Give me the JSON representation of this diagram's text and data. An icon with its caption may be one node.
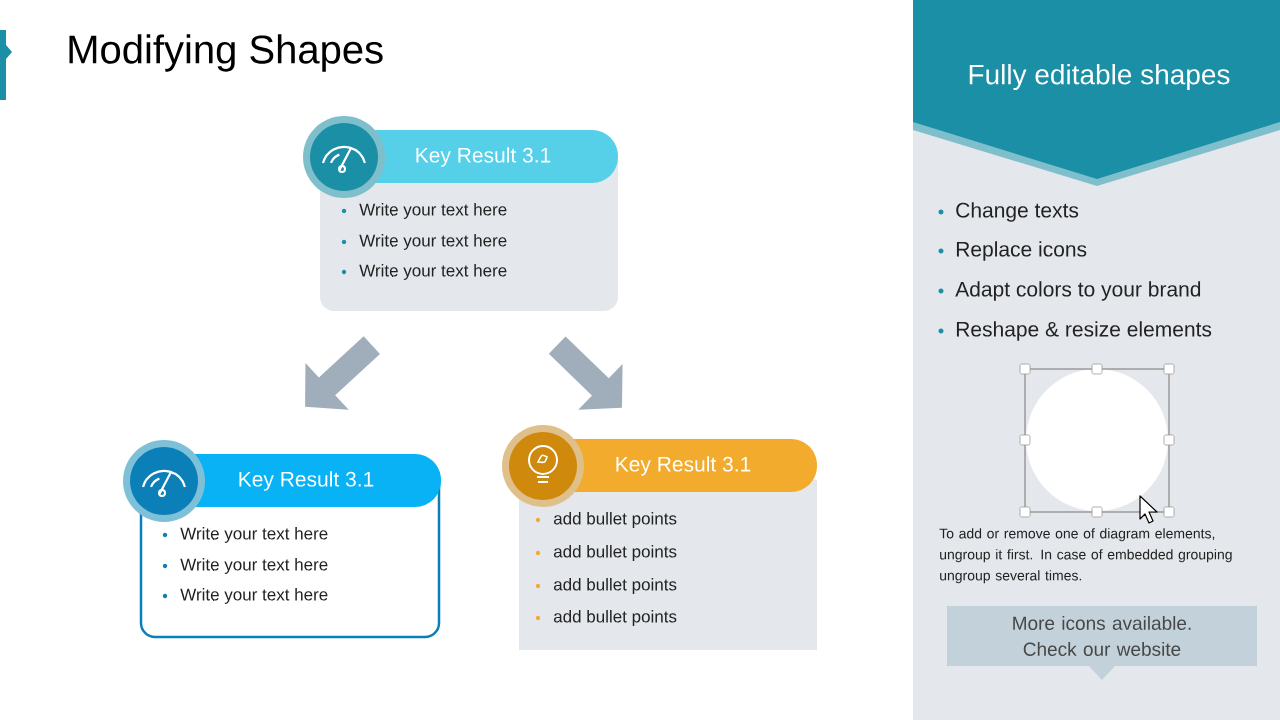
{
  "diagram": {
    "title": "Modifying Shapes",
    "nodes": [
      {
        "text": [
          "Key Result 3.1",
          "Write your text here",
          "Write your text here",
          "Write your text here"
        ]
      },
      {
        "text": [
          "Key Result 3.1",
          "Write your text here",
          "Write your text here",
          "Write your text here"
        ]
      },
      {
        "text": [
          "Key Result 3.1",
          "add bullet points",
          "add bullet points",
          "add bullet points",
          "add bullet points"
        ]
      },
      {
        "text": [
          "Fully editable shapes"
        ]
      },
      {
        "text": [
          "More icons available. Check our website"
        ]
      }
    ],
    "edges": [
      {
        "from": 0,
        "to": 1,
        "arrow": "to"
      },
      {
        "from": 0,
        "to": 2,
        "arrow": "to"
      }
    ],
    "labels": [
      "Change texts",
      "Replace icons",
      "Adapt colors to your brand",
      "Reshape & resize elements",
      "To add or remove one of diagram elements, ungroup it first. In case of embedded grouping ungroup several times."
    ]
  }
}
